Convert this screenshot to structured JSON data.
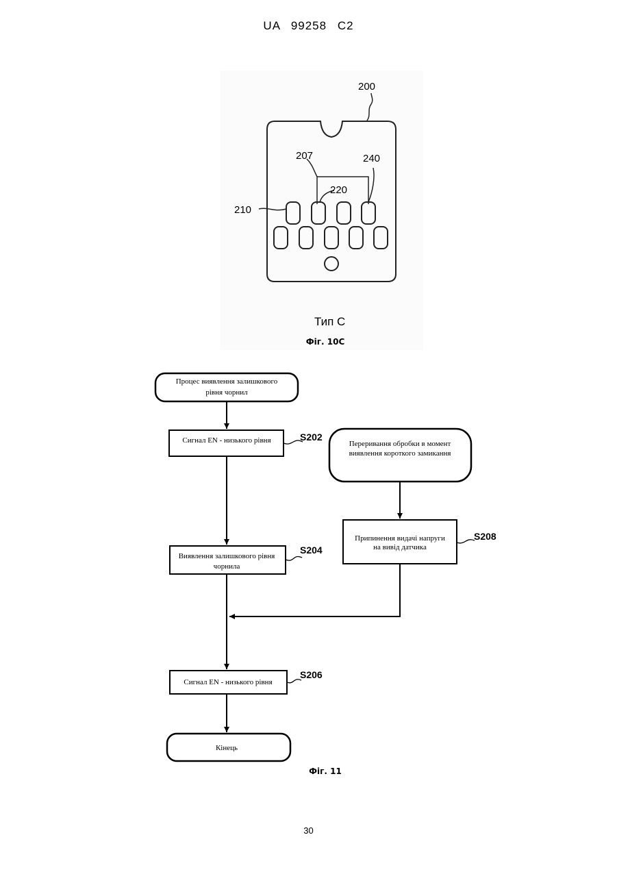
{
  "header": {
    "text": "UA   99258   C2"
  },
  "figure_10c": {
    "ref_200": "200",
    "ref_207": "207",
    "ref_220": "220",
    "ref_240": "240",
    "ref_210": "210",
    "type_label": "Тип С",
    "caption": "Фіг. 10С"
  },
  "figure_11": {
    "start_line1": "Процес виявлення залишкового",
    "start_line2": "рівня чорнил",
    "s202_text": "Сигнал EN - низького рівня",
    "s202_label": "S202",
    "interrupt_line1": "Переривання обробки в момент",
    "interrupt_line2": "виявлення короткого замикання",
    "s208_line1": "Припинення видачі напруги",
    "s208_line2": "на вивід датчика",
    "s208_label": "S208",
    "s204_line1": "Виявлення залишкового рівня",
    "s204_line2": "чорнила",
    "s204_label": "S204",
    "s206_text": "Сигнал EN - низького рівня",
    "s206_label": "S206",
    "end_text": "Кінець",
    "caption": "Фіг. 11"
  },
  "page_number": "30"
}
